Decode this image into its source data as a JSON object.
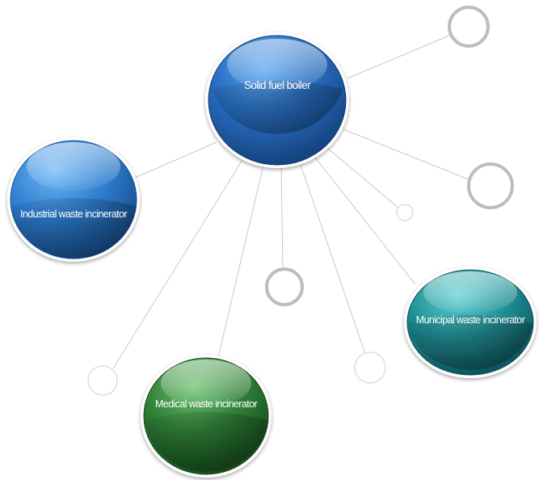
{
  "nodes": {
    "center": {
      "label": "Solid fuel boiler",
      "color": "#1f5fa8"
    },
    "industrial": {
      "label": "Industrial waste incinerator",
      "color": "#2b74c7"
    },
    "medical": {
      "label": "Medical waste incinerator",
      "color": "#2f7a3a"
    },
    "municipal": {
      "label": "Municipal waste incinerator",
      "color": "#1f8f95"
    }
  },
  "colors": {
    "connector": "#c8c8c8",
    "empty_ring": "#bdbdbd",
    "empty_ring_light": "#dedede"
  }
}
